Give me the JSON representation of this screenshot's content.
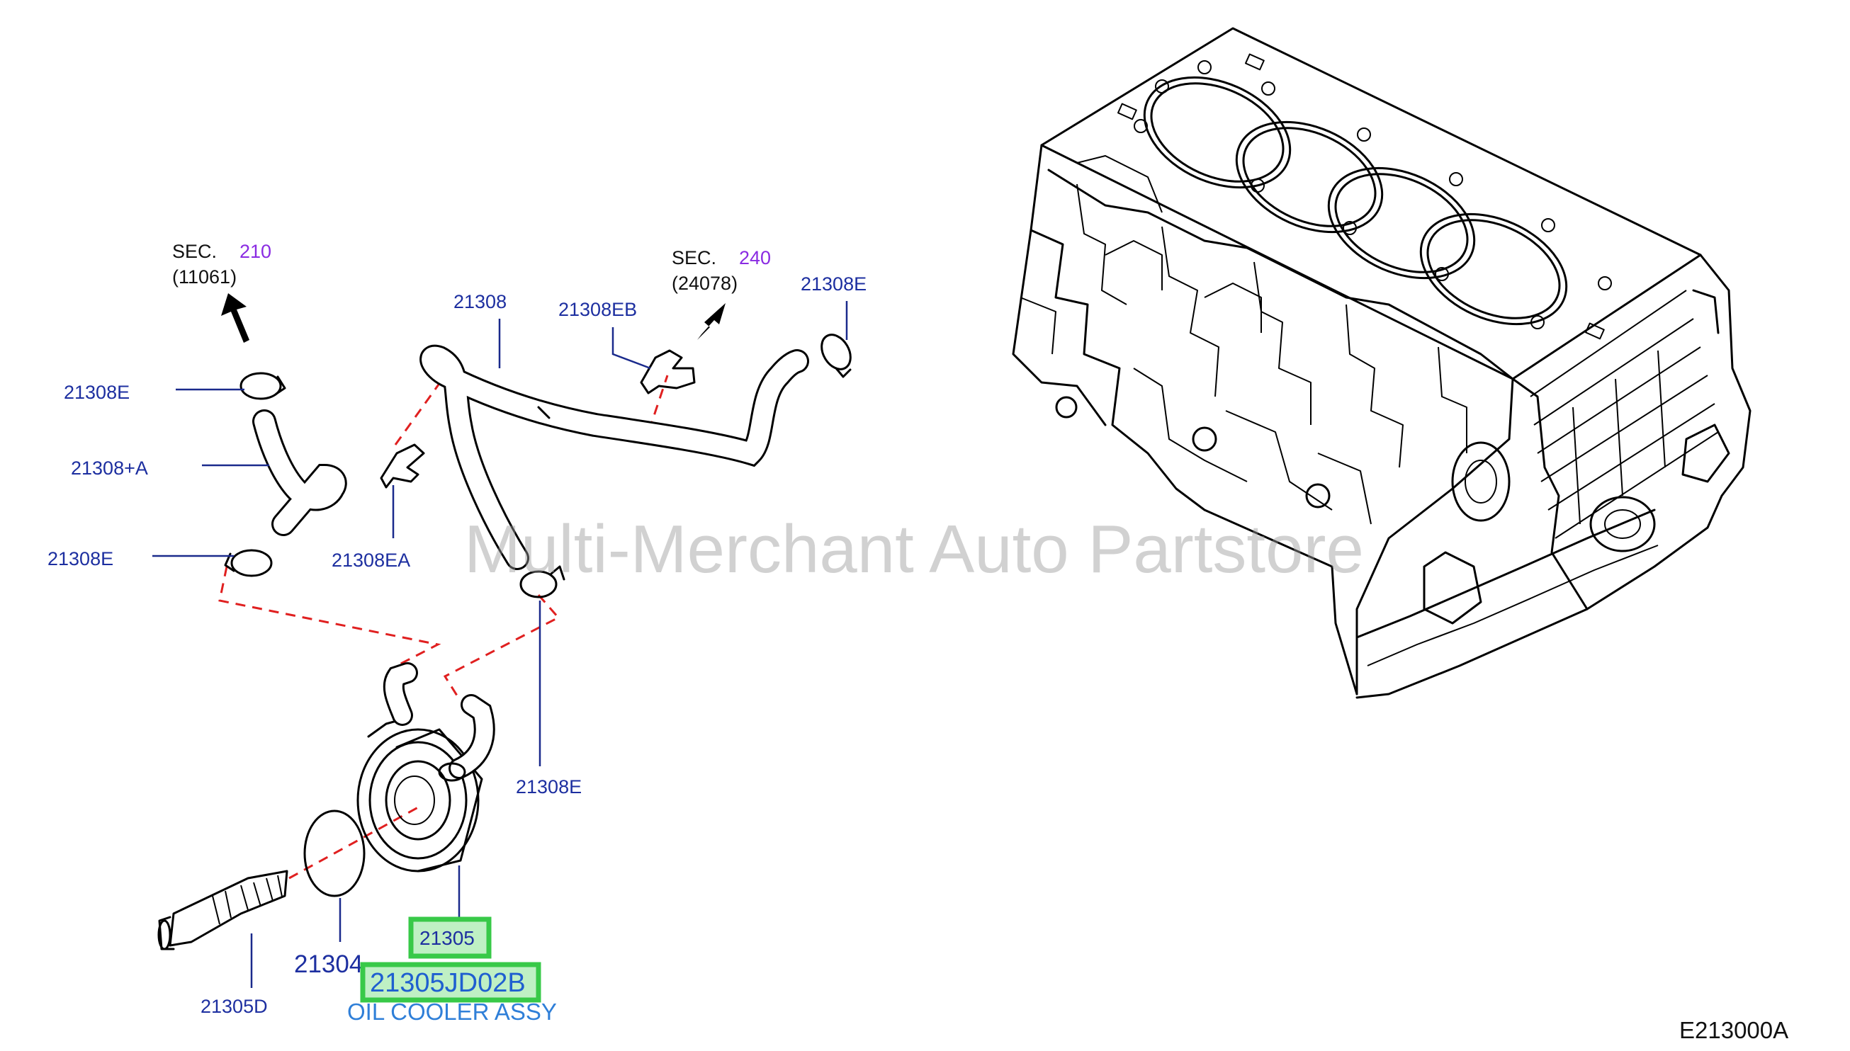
{
  "sections": [
    {
      "label": "SEC.",
      "number": "210",
      "ref": "(11061)"
    },
    {
      "label": "SEC.",
      "number": "240",
      "ref": "(24078)"
    }
  ],
  "callouts": {
    "c_21308e_top_left": "21308E",
    "c_21308a": "21308+A",
    "c_21308e_mid_left": "21308E",
    "c_21308": "21308",
    "c_21308ea": "21308EA",
    "c_21308eb": "21308EB",
    "c_21308e_top_right": "21308E",
    "c_21308e_lower": "21308E",
    "c_21304": "21304",
    "c_21305d": "21305D"
  },
  "highlight": {
    "part_number": "21305",
    "catalog_number": "21305JD02B",
    "description": "OIL COOLER ASSY"
  },
  "watermark": "Multi-Merchant Auto Partstore",
  "diagram_code": "E213000A",
  "colors": {
    "callout_text": "#1d2fa0",
    "section_number": "#8a2be2",
    "dashed_guide": "#e02020",
    "highlight_border": "#38c948",
    "highlight_fill": "#bff0c4",
    "description_text": "#2f7fd8"
  }
}
